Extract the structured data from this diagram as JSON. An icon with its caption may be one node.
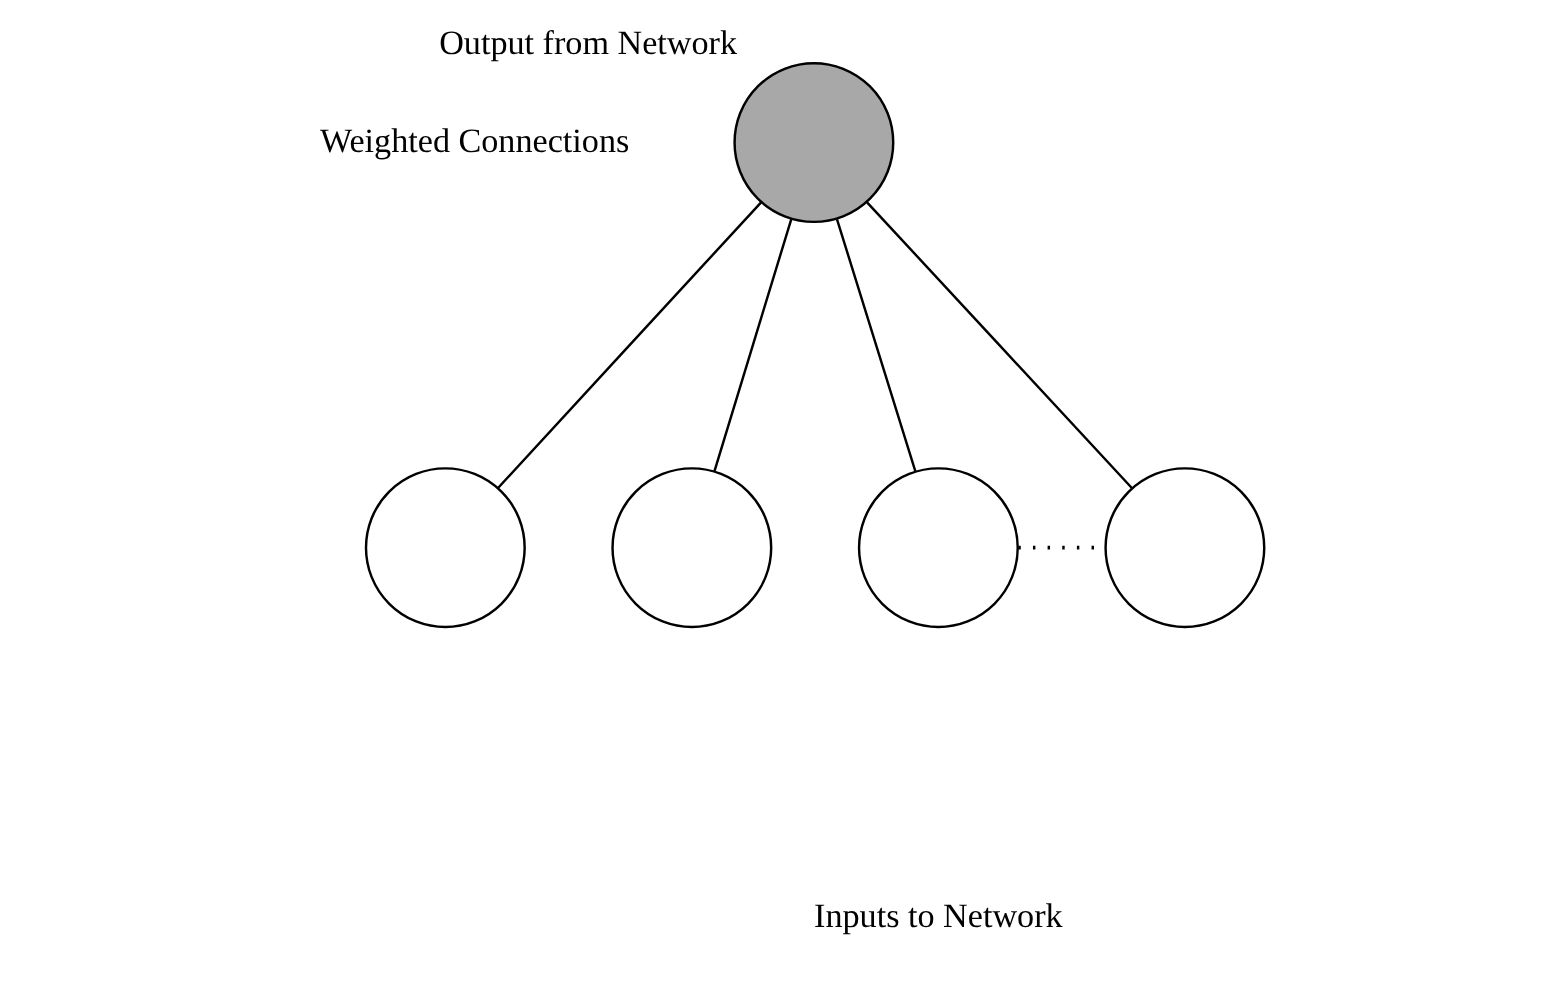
{
  "diagram": {
    "nodes": [
      {
        "text": [],
        "shape": "circle",
        "beside": [
          "Output from Network"
        ]
      },
      {
        "text": [],
        "shape": "circle"
      },
      {
        "text": [],
        "shape": "circle"
      },
      {
        "text": [],
        "shape": "circle"
      },
      {
        "text": [],
        "shape": "circle"
      }
    ],
    "edges": [
      {
        "from": 0,
        "to": 1,
        "arrow": "none"
      },
      {
        "from": 0,
        "to": 2,
        "arrow": "none"
      },
      {
        "from": 0,
        "to": 3,
        "arrow": "none"
      },
      {
        "from": 0,
        "to": 4,
        "arrow": "none"
      },
      {
        "from": 3,
        "to": 4,
        "arrow": "none",
        "style": "dashed"
      }
    ],
    "labels": [
      "Weighted Connections",
      "Inputs to Network"
    ]
  }
}
